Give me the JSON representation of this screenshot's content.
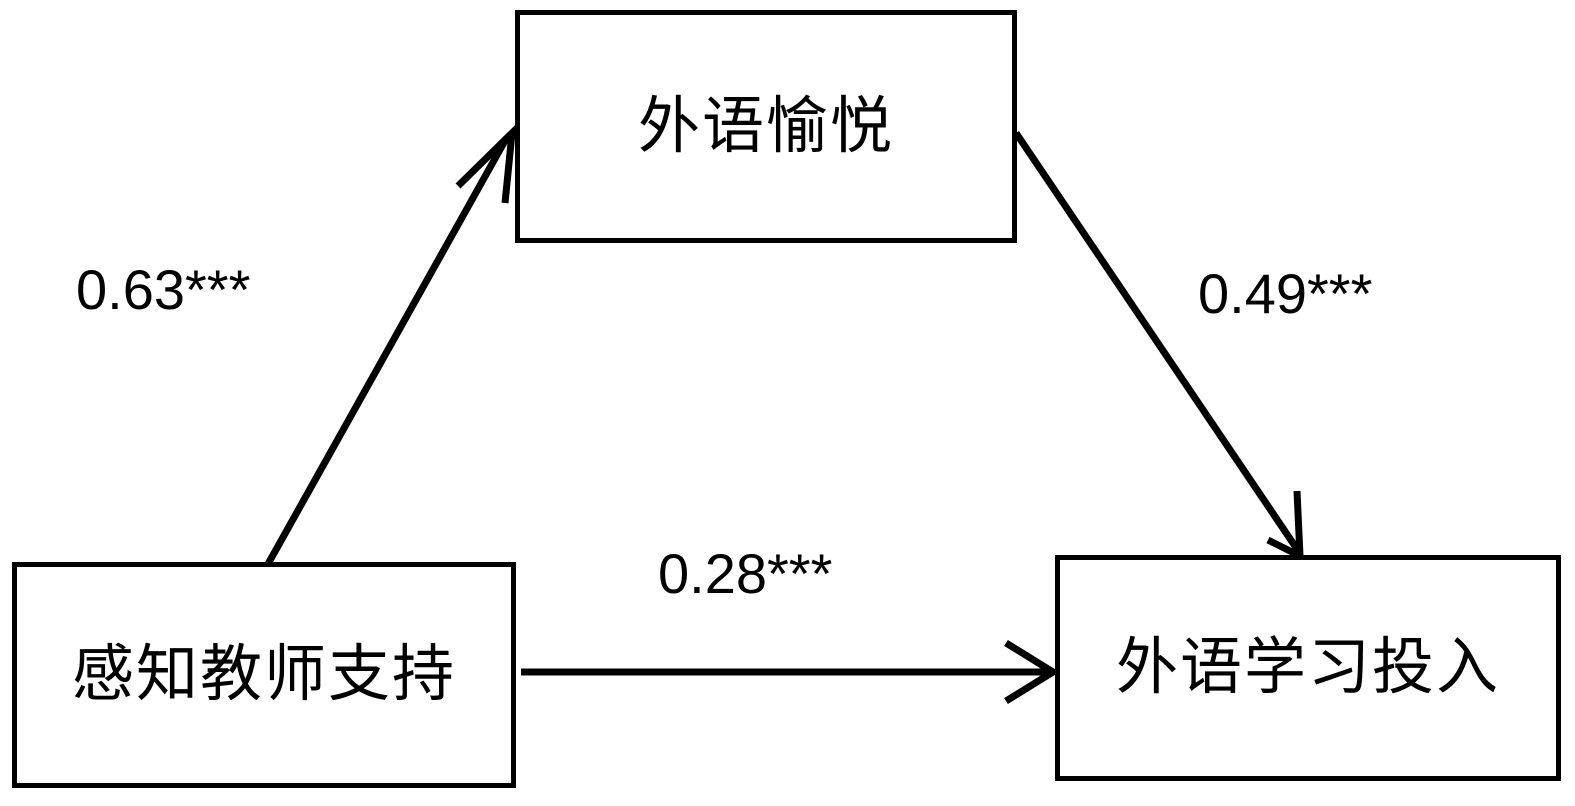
{
  "diagram": {
    "type": "mediation-path-diagram",
    "background_color": "#ffffff",
    "line_color": "#000000",
    "nodes": [
      {
        "id": "enjoyment",
        "label": "外语愉悦",
        "role": "mediator",
        "position": "top-center"
      },
      {
        "id": "support",
        "label": "感知教师支持",
        "role": "predictor",
        "position": "bottom-left"
      },
      {
        "id": "engagement",
        "label": "外语学习投入",
        "role": "outcome",
        "position": "bottom-right"
      }
    ],
    "paths": [
      {
        "id": "a",
        "from": "support",
        "to": "enjoyment",
        "coefficient": "0.63***",
        "value": 0.63,
        "significance": "***"
      },
      {
        "id": "b",
        "from": "enjoyment",
        "to": "engagement",
        "coefficient": "0.49***",
        "value": 0.49,
        "significance": "***"
      },
      {
        "id": "c",
        "from": "support",
        "to": "engagement",
        "coefficient": "0.28***",
        "value": 0.28,
        "significance": "***"
      }
    ]
  }
}
